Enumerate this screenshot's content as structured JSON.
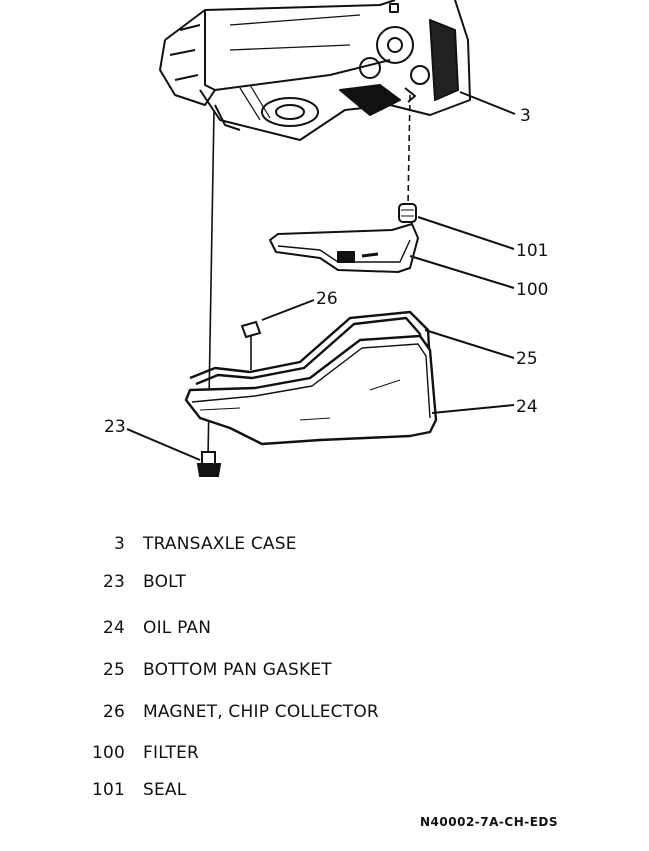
{
  "diagram": {
    "callouts": {
      "transaxle_case": "3",
      "seal": "101",
      "filter": "100",
      "magnet": "26",
      "gasket": "25",
      "oil_pan": "24",
      "bolt": "23"
    }
  },
  "legend": [
    {
      "number": "3",
      "description": "TRANSAXLE CASE"
    },
    {
      "number": "23",
      "description": "BOLT"
    },
    {
      "number": "24",
      "description": "OIL PAN"
    },
    {
      "number": "25",
      "description": "BOTTOM PAN GASKET"
    },
    {
      "number": "26",
      "description": "MAGNET, CHIP COLLECTOR"
    },
    {
      "number": "100",
      "description": "FILTER"
    },
    {
      "number": "101",
      "description": "SEAL"
    }
  ],
  "document_code": "N40002-7A-CH-EDS"
}
